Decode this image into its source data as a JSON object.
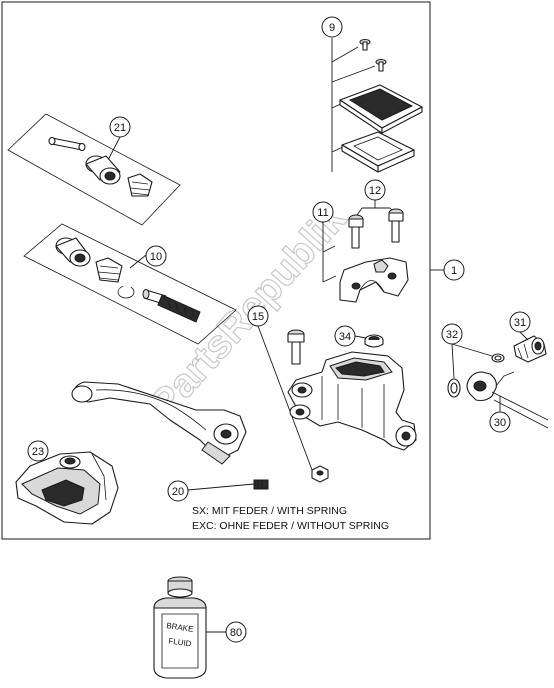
{
  "callouts": {
    "c1": "1",
    "c9": "9",
    "c10": "10",
    "c11": "11",
    "c12": "12",
    "c15": "15",
    "c20": "20",
    "c21": "21",
    "c23": "23",
    "c30": "30",
    "c31": "31",
    "c32": "32",
    "c34": "34",
    "c80": "80"
  },
  "notes": {
    "sx": "SX: MIT FEDER / WITH SPRING",
    "exc": "EXC: OHNE FEDER / WITHOUT SPRING"
  },
  "labels": {
    "bottle_line1": "BRAKE",
    "bottle_line2": "FLUID"
  },
  "watermark": "PartsRepublik",
  "colors": {
    "line": "#1a1a1a",
    "fill": "#ffffff",
    "watermark": "#c8c8c8"
  }
}
